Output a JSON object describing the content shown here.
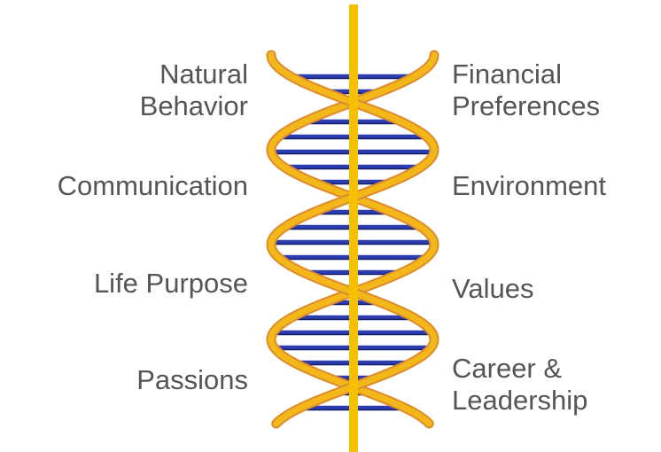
{
  "diagram": {
    "left_labels": [
      {
        "lines": [
          "Natural",
          "Behavior"
        ]
      },
      {
        "lines": [
          "Communication"
        ]
      },
      {
        "lines": [
          "Life Purpose"
        ]
      },
      {
        "lines": [
          "Passions"
        ]
      }
    ],
    "right_labels": [
      {
        "lines": [
          "Financial",
          "Preferences"
        ]
      },
      {
        "lines": [
          "Environment"
        ]
      },
      {
        "lines": [
          "Values"
        ]
      },
      {
        "lines": [
          "Career &",
          "Leadership"
        ]
      }
    ],
    "colors": {
      "strand": "#f2b81a",
      "strand_shadow": "#e08a2a",
      "rung": "#2c3db0",
      "rung_dark": "#141c6a",
      "axis": "#f5c000",
      "text": "#555555"
    }
  }
}
